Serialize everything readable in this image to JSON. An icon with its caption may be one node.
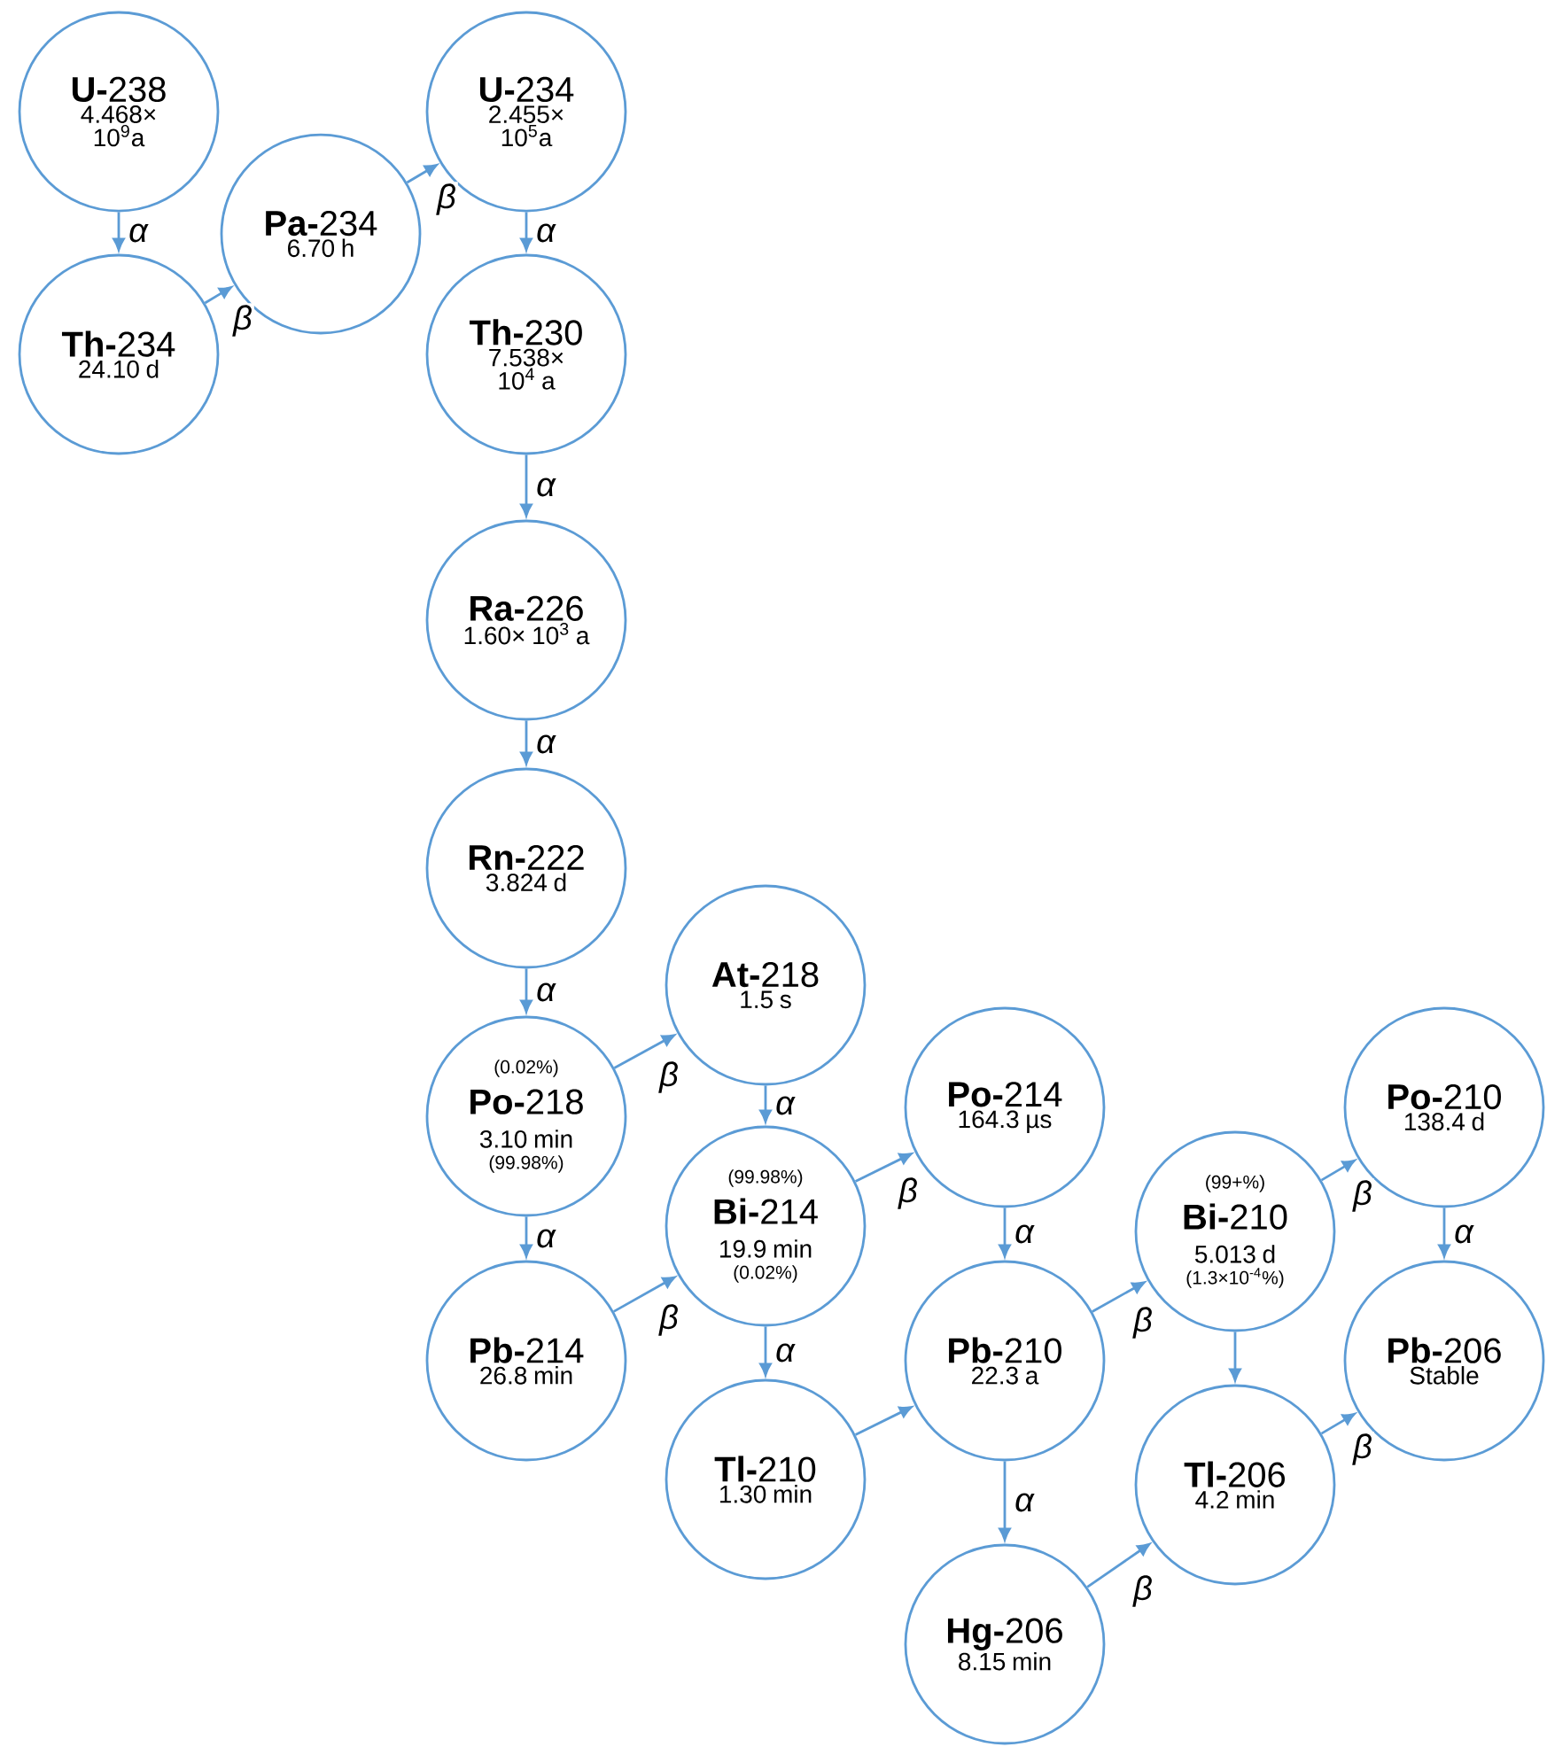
{
  "diagram": {
    "nodes": [
      {
        "text": [
          "**U-**238",
          "4.468× 10$^{9}$a"
        ]
      },
      {
        "text": [
          "**Th-**234",
          "24.10 d"
        ]
      },
      {
        "text": [
          "**Pa-**234",
          "6.70 h"
        ]
      },
      {
        "text": [
          "**U-**234",
          "2.455× 10$^{5}$a"
        ]
      },
      {
        "text": [
          "**Th-**230",
          "7.538× 10$^{4}$ a"
        ]
      },
      {
        "text": [
          "**Ra-**226",
          "1.60× 10$^{3}$ a"
        ]
      },
      {
        "text": [
          "**Rn-**222",
          "3.824 d"
        ]
      },
      {
        "text": [
          "(0.02%)",
          "**Po-**218",
          "3.10 min",
          "(99.98%)"
        ]
      },
      {
        "text": [
          "**At-**218",
          "1.5 s"
        ]
      },
      {
        "text": [
          "**Pb-**214",
          "26.8 min"
        ]
      },
      {
        "text": [
          "(99.98%)",
          "**Bi-**214",
          "19.9 min",
          "(0.02%)"
        ]
      },
      {
        "text": [
          "**Po-**214",
          "164.3  µs"
        ]
      },
      {
        "text": [
          "**Tl-**210",
          "1.30 min"
        ]
      },
      {
        "text": [
          "**Pb-**210",
          "22.3 a"
        ]
      },
      {
        "text": [
          "(99+%)",
          "**Bi-**210",
          "5.013 d",
          "(1.3×10$^{-4}$%)"
        ]
      },
      {
        "text": [
          "**Po-**210",
          "138.4 d"
        ]
      },
      {
        "text": [
          "**Hg-**206",
          "8.15 min"
        ]
      },
      {
        "text": [
          "**Tl-**206",
          "4.2 min"
        ]
      },
      {
        "text": [
          "**Pb-**206",
          "Stable"
        ]
      }
    ],
    "edges": [
      {
        "from": 0,
        "to": 1,
        "arrow": "to",
        "label": "α"
      },
      {
        "from": 1,
        "to": 2,
        "arrow": "to",
        "label": "β"
      },
      {
        "from": 2,
        "to": 3,
        "arrow": "to",
        "label": "β"
      },
      {
        "from": 3,
        "to": 4,
        "arrow": "to",
        "label": "α"
      },
      {
        "from": 4,
        "to": 5,
        "arrow": "to",
        "label": "α"
      },
      {
        "from": 5,
        "to": 6,
        "arrow": "to",
        "label": "α"
      },
      {
        "from": 6,
        "to": 7,
        "arrow": "to",
        "label": "α"
      },
      {
        "from": 7,
        "to": 8,
        "arrow": "to",
        "label": "β"
      },
      {
        "from": 7,
        "to": 9,
        "arrow": "to",
        "label": "α"
      },
      {
        "from": 8,
        "to": 10,
        "arrow": "to",
        "label": "α"
      },
      {
        "from": 9,
        "to": 10,
        "arrow": "to",
        "label": "β"
      },
      {
        "from": 10,
        "to": 11,
        "arrow": "to",
        "label": "β"
      },
      {
        "from": 10,
        "to": 12,
        "arrow": "to",
        "label": "α"
      },
      {
        "from": 11,
        "to": 13,
        "arrow": "to",
        "label": "α"
      },
      {
        "from": 12,
        "to": 13,
        "arrow": "to"
      },
      {
        "from": 13,
        "to": 14,
        "arrow": "to",
        "label": "β"
      },
      {
        "from": 13,
        "to": 16,
        "arrow": "to",
        "label": "α"
      },
      {
        "from": 14,
        "to": 15,
        "arrow": "to",
        "label": "β"
      },
      {
        "from": 14,
        "to": 17,
        "arrow": "to"
      },
      {
        "from": 15,
        "to": 18,
        "arrow": "to",
        "label": "α"
      },
      {
        "from": 16,
        "to": 17,
        "arrow": "to",
        "label": "β"
      },
      {
        "from": 17,
        "to": 18,
        "arrow": "to",
        "label": "β"
      }
    ]
  }
}
